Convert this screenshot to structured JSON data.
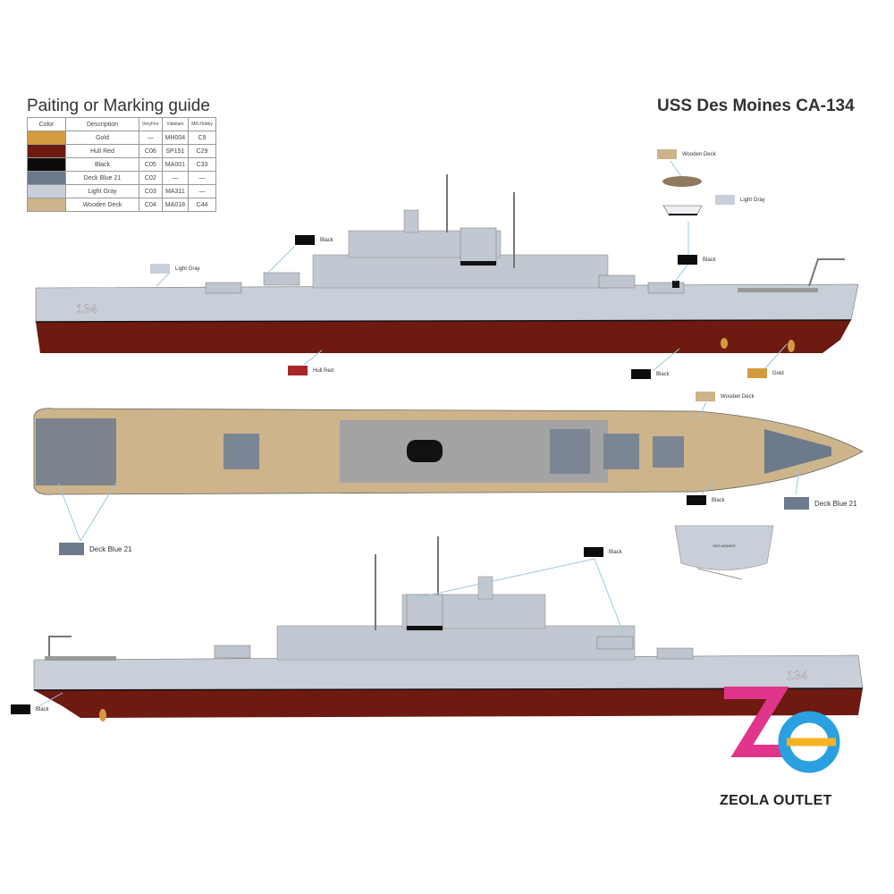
{
  "title": "Paiting or Marking guide",
  "ship_name": "USS Des Moines CA-134",
  "hull_number": "134",
  "inset_name": "DES MOINES",
  "table": {
    "headers": [
      "Color",
      "Description",
      "VeryFire",
      "Vidoilam",
      "MR.Hobby"
    ],
    "rows": [
      {
        "color": "#d39b3e",
        "description": "Gold",
        "veryfire": "—",
        "vido": "MH004",
        "mrhobby": "C9"
      },
      {
        "color": "#6e1a10",
        "description": "Hull Red",
        "veryfire": "C06",
        "vido": "SP151",
        "mrhobby": "C29"
      },
      {
        "color": "#0c0c0c",
        "description": "Black",
        "veryfire": "C05",
        "vido": "MA001",
        "mrhobby": "C33"
      },
      {
        "color": "#6c7a8c",
        "description": "Deck Blue 21",
        "veryfire": "C02",
        "vido": "—",
        "mrhobby": "—"
      },
      {
        "color": "#c9cfd8",
        "description": "Light Gray",
        "veryfire": "C03",
        "vido": "MA311",
        "mrhobby": "—"
      },
      {
        "color": "#cdb48a",
        "description": "Wooden Deck",
        "veryfire": "C04",
        "vido": "MA018",
        "mrhobby": "C44"
      }
    ]
  },
  "callouts": {
    "black_top": "Black",
    "light_gray_top": "Light Gray",
    "hull_red": "Hull Red",
    "black_stern": "Black",
    "gold": "Gold",
    "wooden_deck_boat": "Wooden Deck",
    "light_gray_boat": "Light Gray",
    "black_boat": "Black",
    "wooden_deck_plan": "Wooden Deck",
    "black_plan": "Black",
    "deck_blue_right": "Deck Blue 21",
    "deck_blue_left": "Deck Blue 21",
    "black_bottom": "Black",
    "black_bottom_left": "Black"
  },
  "logo": {
    "text": "ZEOLA OUTLET"
  }
}
